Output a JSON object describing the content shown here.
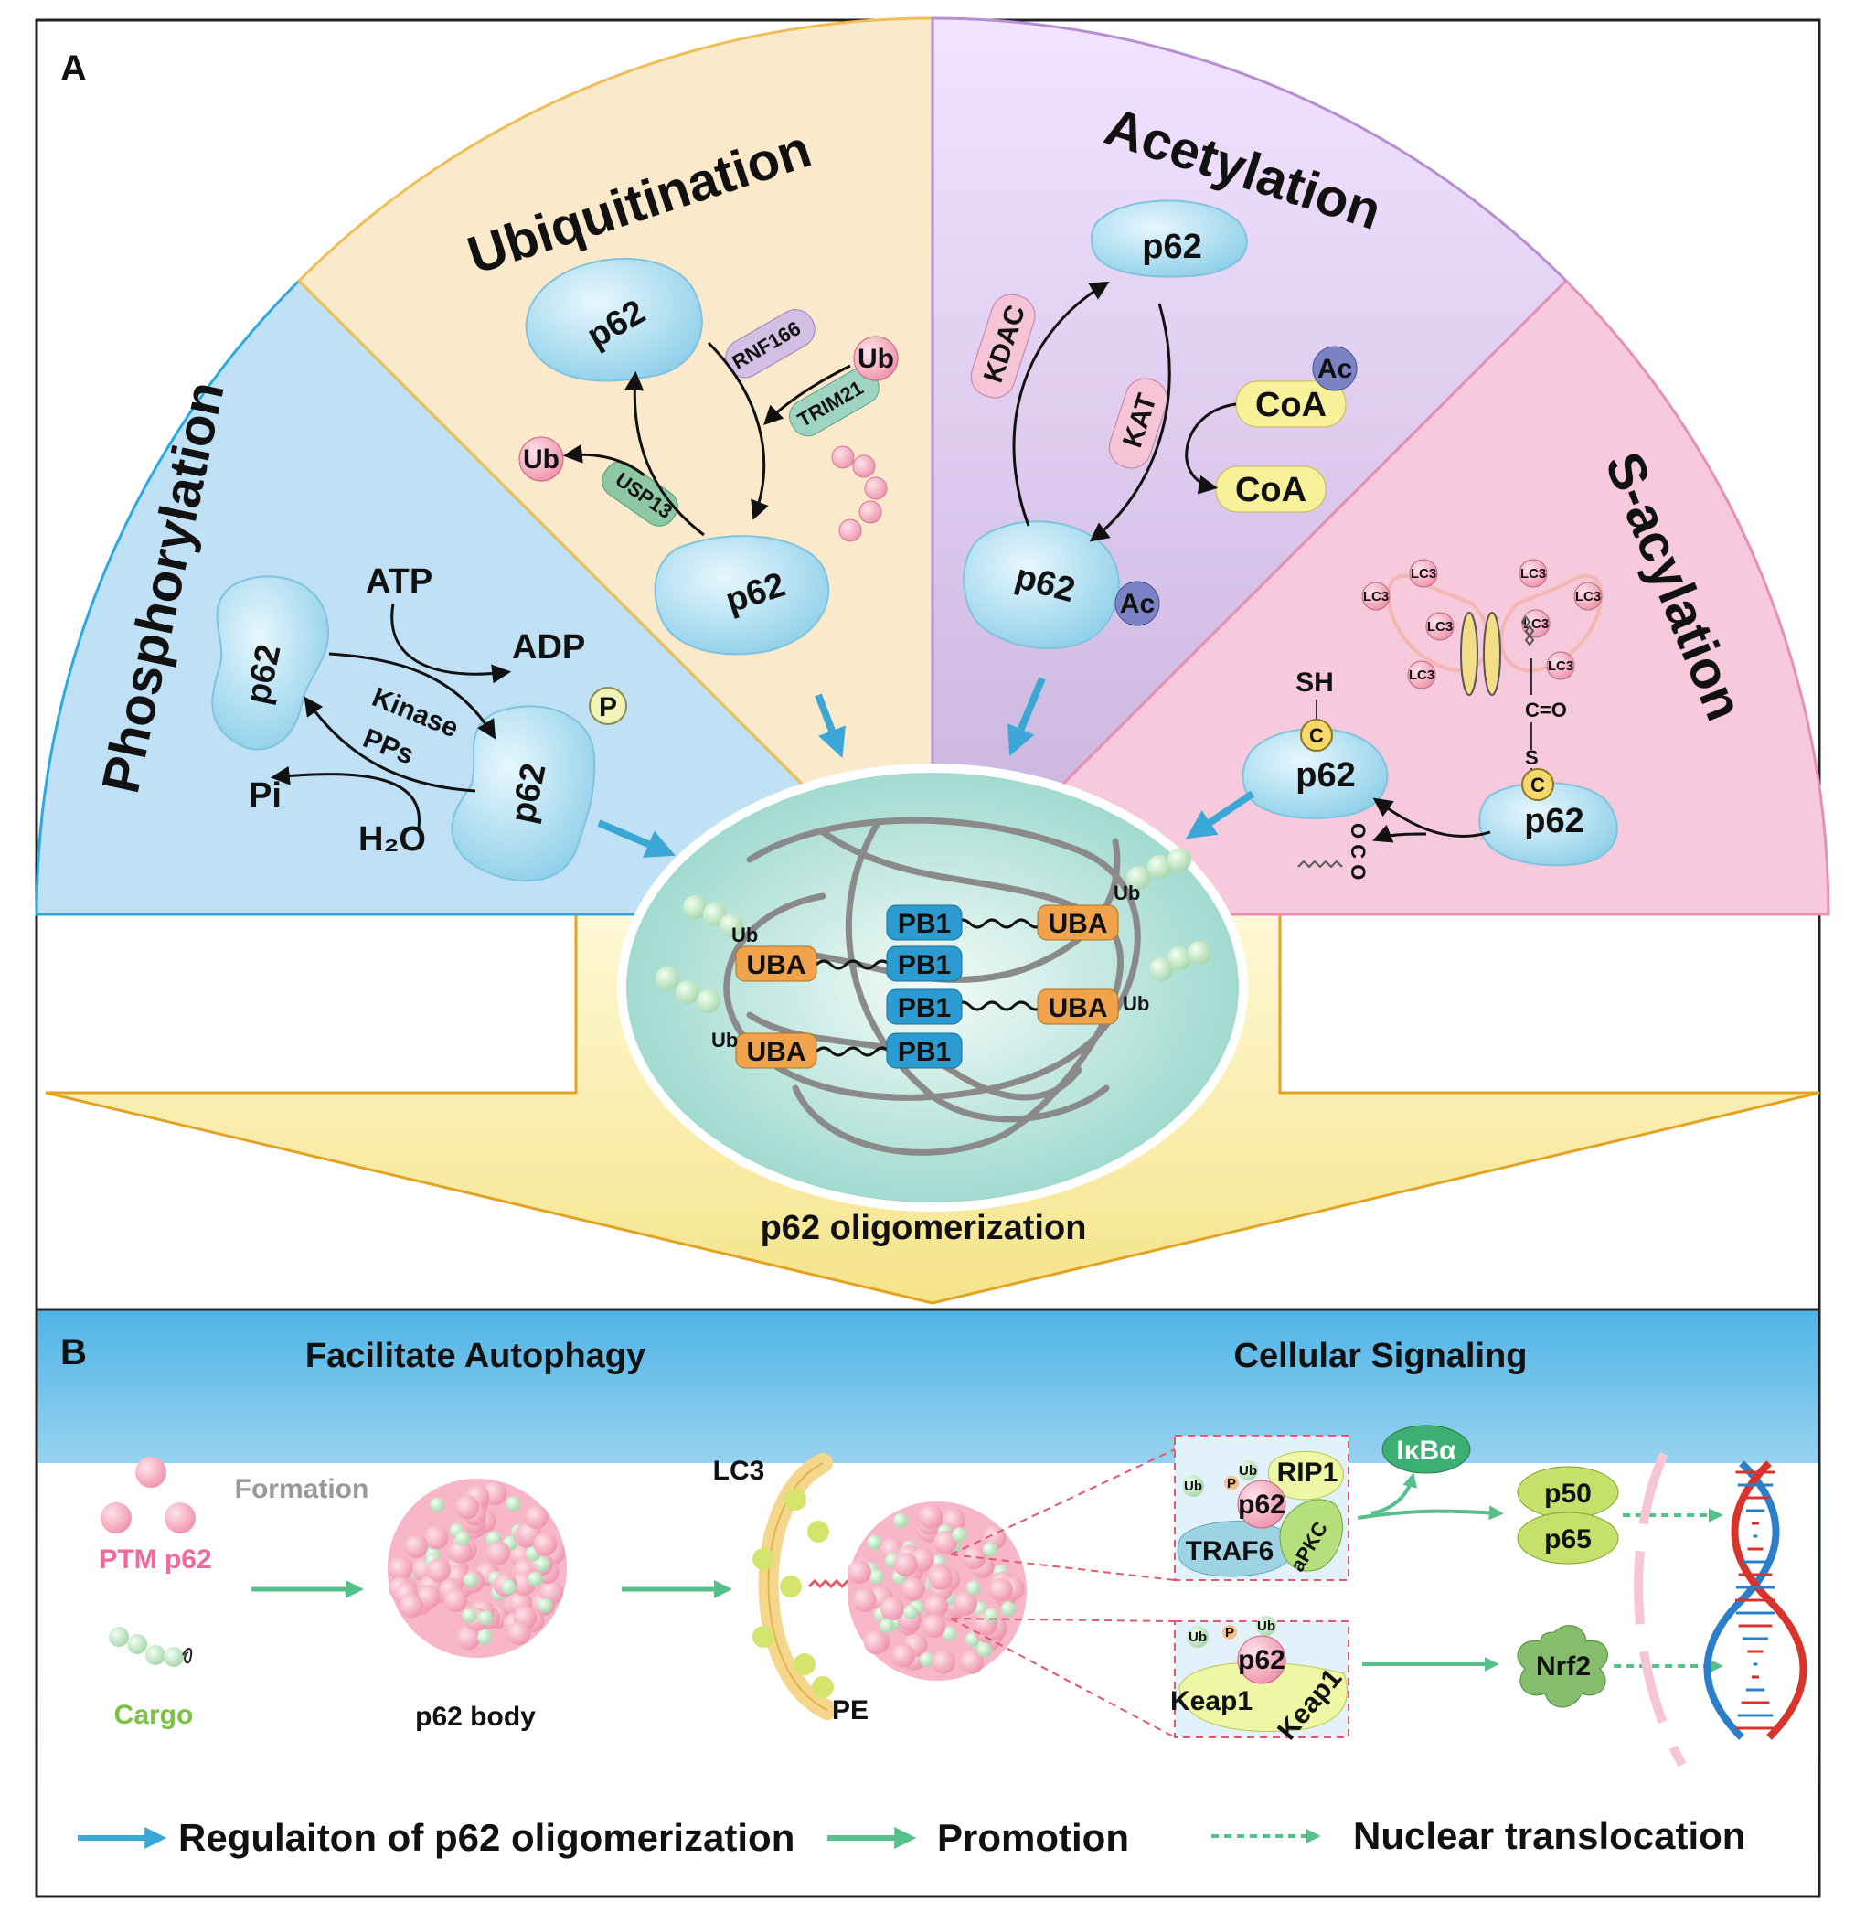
{
  "panels": {
    "a_label": "A",
    "b_label": "B"
  },
  "sectors": {
    "phosphorylation": {
      "title": "Phosphorylation",
      "p62_a": "p62",
      "p62_b": "p62",
      "atp": "ATP",
      "adp": "ADP",
      "kinase": "Kinase",
      "pps": "PPs",
      "pi": "Pi",
      "h2o": "H₂O",
      "p": "P"
    },
    "ubiquitination": {
      "title": "Ubiquitination",
      "p62_a": "p62",
      "p62_b": "p62",
      "rnf166": "RNF166",
      "trim21": "TRIM21",
      "usp13": "USP13",
      "ub_in": "Ub",
      "ub_out": "Ub"
    },
    "acetylation": {
      "title": "Acetylation",
      "p62_a": "p62",
      "p62_b": "p62",
      "kdac": "KDAC",
      "kat": "KAT",
      "coa_ac": "CoA",
      "ac_on_coa": "Ac",
      "coa": "CoA",
      "ac_on_p62": "Ac"
    },
    "s_acylation": {
      "title": "S-acylation",
      "sh": "SH",
      "c_a": "C",
      "p62_a": "p62",
      "c_b": "C",
      "p62_b": "p62",
      "lc3": "LC3",
      "ceo": "C=O",
      "s": "S",
      "occo": "O C O"
    }
  },
  "oligomer": {
    "pb1": "PB1",
    "uba": "UBA",
    "ub": "Ub",
    "caption": "p62 oligomerization"
  },
  "panel_b": {
    "autophagy_title": "Facilitate Autophagy",
    "signaling_title": "Cellular Signaling",
    "ptm_p62": "PTM p62",
    "cargo": "Cargo",
    "formation": "Formation",
    "p62_body": "p62 body",
    "lc3": "LC3",
    "pe": "PE",
    "box1": {
      "ub1": "Ub",
      "p": "P",
      "ub2": "Ub",
      "rip1": "RIP1",
      "p62": "p62",
      "traf6": "TRAF6",
      "apkc": "aPKC"
    },
    "box2": {
      "ub1": "Ub",
      "p": "P",
      "ub2": "Ub",
      "p62": "p62",
      "keap1_a": "Keap1",
      "keap1_b": "Keap1"
    },
    "ikba": "IκBα",
    "p50": "p50",
    "p65": "p65",
    "nrf2": "Nrf2"
  },
  "legend": {
    "regulation": "Regulaiton of p62 oligomerization",
    "promotion": "Promotion",
    "nuclear": "Nuclear translocation"
  },
  "colors": {
    "p62_fill": "#a9dcef",
    "blue_arrow": "#3aa7d6",
    "green_arrow": "#56c08a",
    "pb1_fill": "#2c9bd1",
    "uba_fill": "#f0a34a",
    "phospho_bg": "#bfe0f5",
    "ubiq_bg": "#fbe9cc",
    "acetyl_bg": "#d2bfe0",
    "sacyl_bg": "#f6c9dc"
  }
}
